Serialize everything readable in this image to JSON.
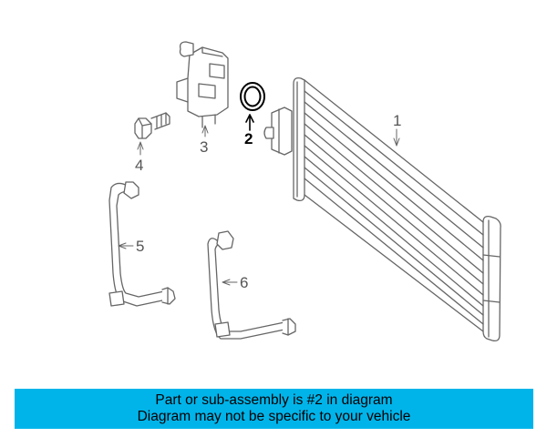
{
  "diagram": {
    "callouts": {
      "condenser": "1",
      "seal": "2",
      "block": "3",
      "bolt": "4",
      "hose_left": "5",
      "hose_right": "6"
    },
    "highlight_color": "#000000",
    "line_color": "#666666"
  },
  "banner": {
    "line1": "Part or sub-assembly is #2 in diagram",
    "line2": "Diagram may not be specific to your vehicle",
    "background": "#00b4ea"
  }
}
